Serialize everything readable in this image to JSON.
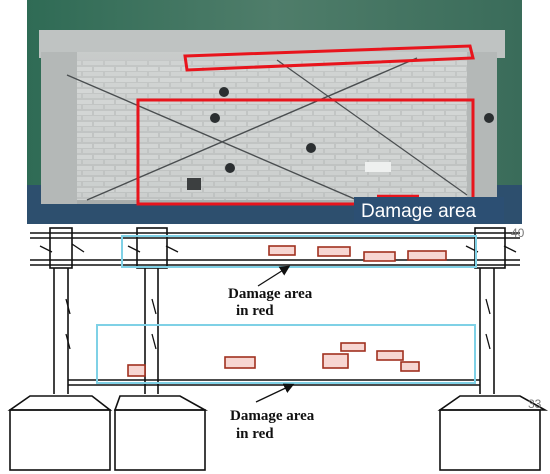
{
  "photo": {
    "label": "Damage area",
    "colors": {
      "highlight": "#e8141c",
      "label_bg": "#2c4f73",
      "label_text": "#ffffff"
    },
    "marked_regions": 2
  },
  "drawing": {
    "upper_label_line1": "Damage area",
    "upper_label_line2": "in red",
    "lower_label_line1": "Damage area",
    "lower_label_line2": "in red",
    "corner_mark_top": "40",
    "corner_mark_bottom": "33",
    "colors": {
      "zone_outline": "#7fd1e6",
      "damage_fill": "#f7d6d2",
      "damage_stroke": "#a0301f",
      "line": "#111111"
    },
    "upper_zone_damage_count": 4,
    "lower_zone_damage_count": 6
  }
}
